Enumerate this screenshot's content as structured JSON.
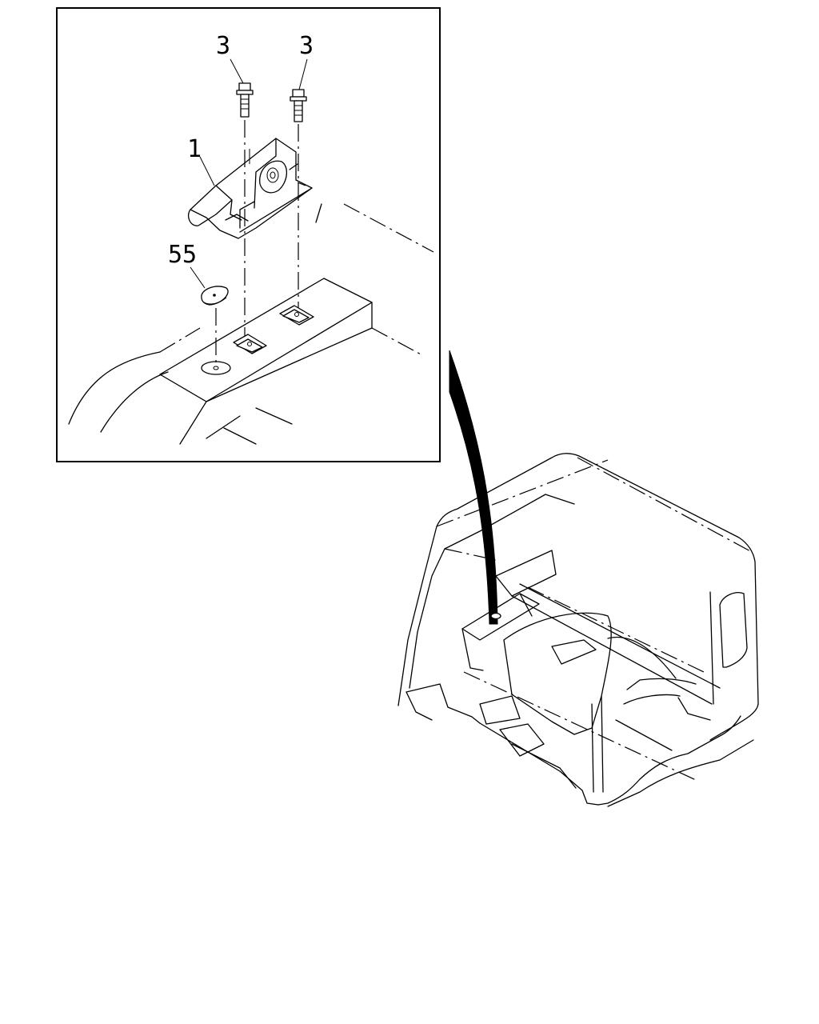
{
  "diagram": {
    "callouts": [
      {
        "label": "3",
        "part": "bolt-left"
      },
      {
        "label": "3",
        "part": "bolt-right"
      },
      {
        "label": "1",
        "part": "hinge-bracket"
      },
      {
        "label": "55",
        "part": "rubber-plug"
      }
    ],
    "colors": {
      "line": "#000000",
      "background": "#ffffff"
    }
  }
}
